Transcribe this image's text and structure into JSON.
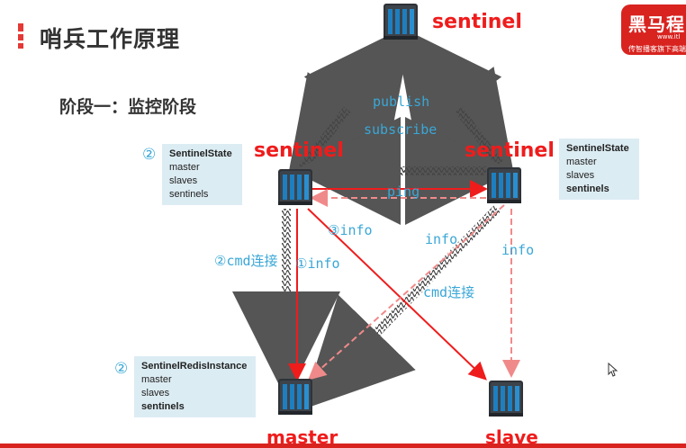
{
  "header": {
    "title": "哨兵工作原理",
    "accent_color": "#e53935"
  },
  "stage": {
    "label": "阶段一：监控阶段"
  },
  "nodes": {
    "sentinel_top": "sentinel",
    "sentinel_left": "sentinel",
    "sentinel_right": "sentinel",
    "master": "master",
    "slave": "slave"
  },
  "links": {
    "publish": "publish",
    "subscribe": "subscribe",
    "ping": "ping",
    "info_3": "③info",
    "cmd_left": "②cmd连接",
    "info_1": "①info",
    "info_right_diag": "info",
    "info_right_vert": "info",
    "cmd_right": "cmd连接"
  },
  "boxes": {
    "left": {
      "num": "②",
      "header": "SentinelState",
      "lines": [
        "master",
        "slaves"
      ],
      "bold_line": "sentinels"
    },
    "right": {
      "header": "SentinelState",
      "lines": [
        "master",
        "slaves"
      ],
      "bold_line": "sentinels"
    },
    "bottom": {
      "num": "②",
      "header": "SentinelRedisInstance",
      "lines": [
        "master",
        "slaves"
      ],
      "bold_line": "sentinels"
    }
  },
  "logo": {
    "text": "黑马程",
    "url": "www.itl",
    "tagline": "传智播客旗下高端"
  },
  "colors": {
    "red": "#ef1c1c",
    "blue": "#3aa7d6",
    "box_bg": "#dcecf3"
  }
}
